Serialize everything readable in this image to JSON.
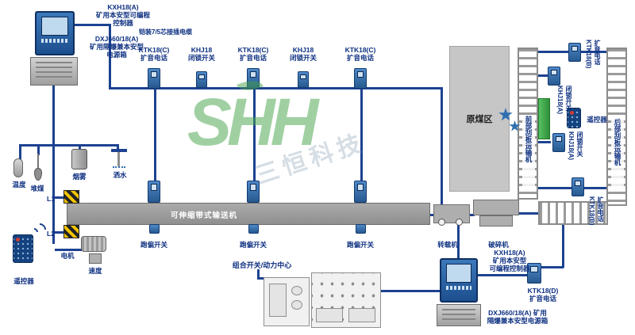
{
  "watermark": {
    "logo": "SHH",
    "brand": "三恒科技"
  },
  "colors": {
    "line": "#1c4291",
    "device_blue": "#2f6fb0",
    "label_text": "#0c2f80",
    "conveyor_gray": "#9e9e9e",
    "hazard_yellow": "#f2c400",
    "accent_green": "#3fae49"
  },
  "top_left": {
    "controller": "KXH18(A)\n矿用本安型可编程\n控制器",
    "power": "DXJ660/18(A)\n矿用隔爆兼本安型\n电源箱",
    "cable": "铠装7/5芯接插电缆"
  },
  "top_row": [
    "KTK18(C)\n扩音电话",
    "KHJ18\n闭锁开关",
    "KTK18(C)\n扩音电话",
    "KHJ18\n闭锁开关",
    "KTK18(C)\n扩音电话"
  ],
  "left": {
    "sensor_temp": "温度",
    "sensor_coal": "堆煤",
    "sensor_smoke": "烟雾",
    "sensor_spray": "洒水",
    "l1": "L1",
    "l2": "L2",
    "motor": "电机",
    "speed": "速度",
    "remote": "遥控器"
  },
  "conveyor_label": "可伸缩带式输送机",
  "deviation": [
    "跑偏开关",
    "跑偏开关",
    "跑偏开关"
  ],
  "machines": {
    "transfer": "转载机",
    "crusher": "破碎机"
  },
  "power_center": "组合开关/动力中心",
  "right": {
    "coal_area": "原煤区",
    "front": "前部刮板运输机",
    "rear": "后部刮板运输机",
    "remote": "遥控器",
    "dev1": "KTK18(B)\n扩音电话",
    "dev2": "KHJ18(A)\n闭锁开关",
    "dev3": "KHJ18(A)\n闭锁开关",
    "dev4": "KTK18(B)\n扩音电话"
  },
  "bottom_right": {
    "controller": "KXH18(A)\n矿用本安型\n可编程控制器",
    "phone": "KTK18(D)\n扩音电话",
    "power": "DXJ660/18(A) 矿用\n隔爆兼本安型电源箱"
  }
}
